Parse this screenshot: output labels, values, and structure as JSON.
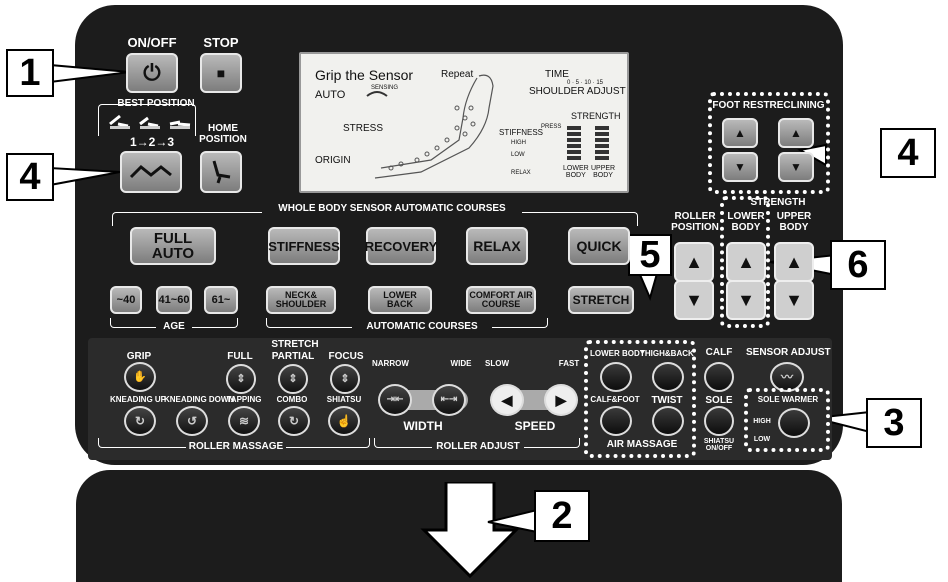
{
  "callouts": [
    "1",
    "2",
    "3",
    "4",
    "4",
    "5",
    "6"
  ],
  "top": {
    "on_off": "ON/OFF",
    "stop": "STOP",
    "best_position": "BEST POSITION",
    "best_steps": "1→2→3",
    "home_position": "HOME\nPOSITION"
  },
  "lcd": {
    "grip": "Grip the Sensor",
    "repeat": "Repeat",
    "auto": "AUTO",
    "sensing": "SENSING",
    "time": "TIME",
    "time_scale": "0 · 5 · 10 · 15",
    "shoulder_adjust": "SHOULDER ADJUST",
    "stress": "STRESS",
    "origin": "ORIGIN",
    "stiffness": "STIFFNESS",
    "press": "PRESS",
    "high": "HIGH",
    "low": "LOW",
    "relax": "RELAX",
    "strength": "STRENGTH",
    "lower_body": "LOWER\nBODY",
    "upper_body": "UPPER\nBODY"
  },
  "right_top": {
    "foot_rest": "FOOT REST",
    "reclining": "RECLINING",
    "roller_position": "ROLLER\nPOSITION",
    "strength": "STRENGTH",
    "lower_body": "LOWER\nBODY",
    "upper_body": "UPPER\nBODY"
  },
  "courses": {
    "whole_body_title": "WHOLE BODY SENSOR AUTOMATIC COURSES",
    "full_auto": "FULL AUTO",
    "stiffness": "STIFFNESS",
    "recovery": "RECOVERY",
    "relax": "RELAX",
    "quick": "QUICK",
    "age_40": "~40",
    "age_41_60": "41~60",
    "age_61": "61~",
    "age": "AGE",
    "neck_shoulder": "NECK&\nSHOULDER",
    "lower_back": "LOWER BACK",
    "comfort_air": "COMFORT AIR\nCOURSE",
    "stretch": "STRETCH",
    "automatic_courses": "AUTOMATIC COURSES"
  },
  "roller_massage": {
    "title": "ROLLER MASSAGE",
    "stretch": "STRETCH",
    "grip": "GRIP",
    "full": "FULL",
    "partial": "PARTIAL",
    "focus": "FOCUS",
    "kneading_up": "KNEADING UP",
    "kneading_down": "KNEADING DOWN",
    "tapping": "TAPPING",
    "combo": "COMBO",
    "shiatsu": "SHIATSU"
  },
  "roller_adjust": {
    "title": "ROLLER ADJUST",
    "narrow": "NARROW",
    "wide": "WIDE",
    "slow": "SLOW",
    "fast": "FAST",
    "width": "WIDTH",
    "speed": "SPEED"
  },
  "air_massage": {
    "title": "AIR MASSAGE",
    "lower_body": "LOWER BODY",
    "thigh_back": "THIGH&BACK",
    "calf_foot": "CALF&FOOT",
    "twist": "TWIST"
  },
  "side": {
    "calf": "CALF",
    "sole": "SOLE",
    "shiatsu_on_off": "SHIATSU\nON/OFF",
    "sensor_adjust": "SENSOR ADJUST",
    "sole_warmer": "SOLE WARMER",
    "high": "HIGH",
    "low": "LOW"
  },
  "icons": {
    "power": "⏻",
    "stop": "■",
    "up": "▲",
    "down": "▼",
    "left": "◀",
    "right": "▶"
  }
}
